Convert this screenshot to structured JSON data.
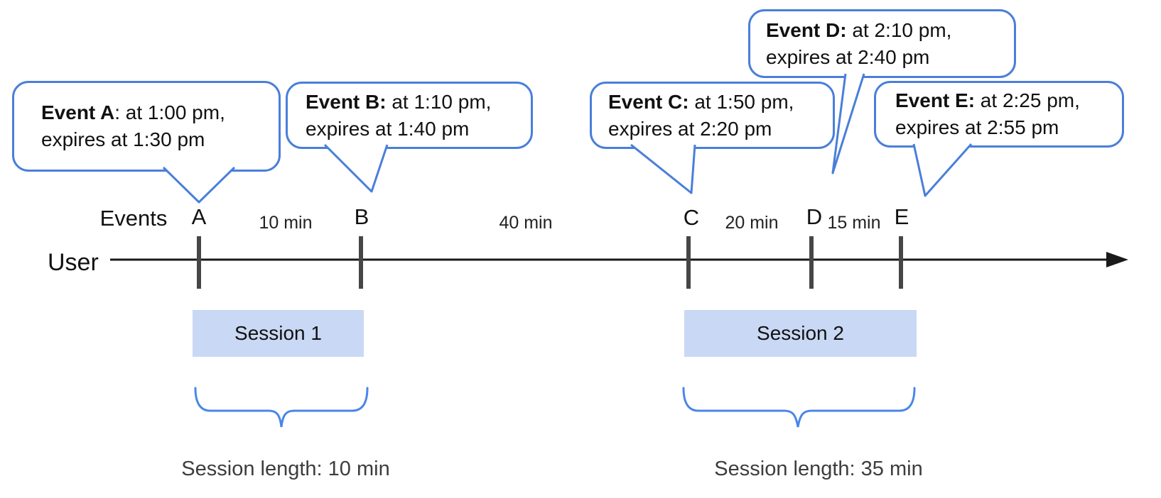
{
  "diagram": {
    "title_hint": "Event timeline with sessions",
    "colors": {
      "bubble_border": "#4a7fd9",
      "brace_blue": "#4a86e8",
      "session_fill": "#c9d8f4",
      "timeline_black": "#1a1a1a",
      "tick_gray": "#464646"
    }
  },
  "axis": {
    "events_label": "Events",
    "user_label": "User"
  },
  "events": [
    {
      "letter": "A",
      "bold": "Event A",
      "rest": ": at 1:00 pm,",
      "line2": "expires at 1:30 pm"
    },
    {
      "letter": "B",
      "bold": "Event B:",
      "rest": " at 1:10 pm,",
      "line2": "expires at 1:40 pm"
    },
    {
      "letter": "C",
      "bold": "Event C:",
      "rest": " at 1:50 pm,",
      "line2": "expires at 2:20 pm"
    },
    {
      "letter": "D",
      "bold": "Event D:",
      "rest": " at 2:10 pm,",
      "line2": "expires at 2:40 pm"
    },
    {
      "letter": "E",
      "bold": "Event E:",
      "rest": " at 2:25 pm,",
      "line2": "expires at 2:55 pm"
    }
  ],
  "gaps": [
    {
      "between": "A-B",
      "label": "10 min"
    },
    {
      "between": "B-C",
      "label": "40 min"
    },
    {
      "between": "C-D",
      "label": "20 min"
    },
    {
      "between": "D-E",
      "label": "15 min"
    }
  ],
  "sessions": [
    {
      "label": "Session 1",
      "length_label": "Session length: 10 min"
    },
    {
      "label": "Session 2",
      "length_label": "Session length: 35 min"
    }
  ]
}
